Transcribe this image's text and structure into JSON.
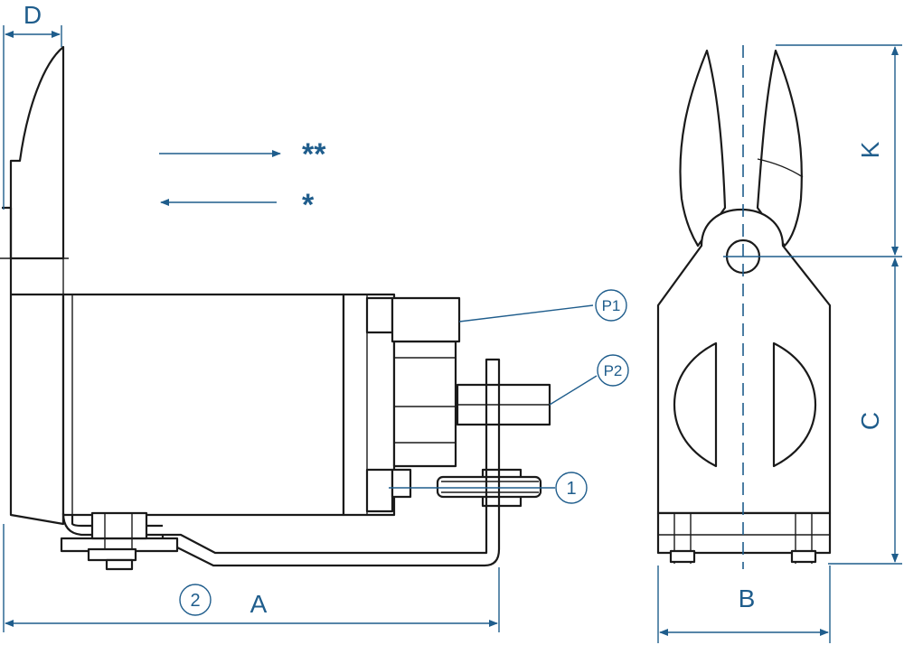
{
  "dimensions": {
    "A": "A",
    "B": "B",
    "C": "C",
    "D": "D",
    "K": "K"
  },
  "callouts": {
    "p1": "P1",
    "p2": "P2",
    "one": "1",
    "two": "2"
  },
  "directions": {
    "double_star": "**",
    "single_star": "*"
  },
  "colors": {
    "accent": "#1f5d8c",
    "line": "#1a1a1a"
  }
}
